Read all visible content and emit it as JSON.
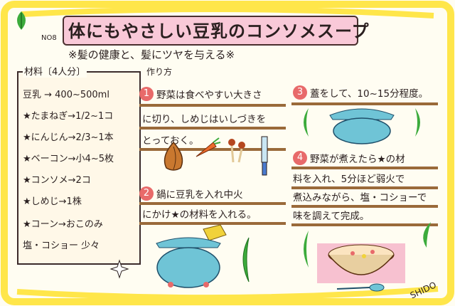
{
  "colors": {
    "frame_yellow": "#ffe64a",
    "title_pink": "#f9c9d8",
    "accent_red": "#e86a6a",
    "leaf_green": "#3cab3c",
    "pot_blue": "#6fc4d6",
    "line_brown": "#9a6a3a",
    "ink": "#2a1f1f"
  },
  "card": {
    "issue_number": "NO8",
    "title": "体にもやさしい豆乳のコンソメスープ",
    "subtitle": "※髪の健康と、髪にツヤを与える※",
    "signature": "SHIDO"
  },
  "ingredients": {
    "heading": "材料〔4人分〕",
    "items": [
      {
        "text": "豆乳 → 400~500ml"
      },
      {
        "text": "★たまねぎ→1/2~1コ"
      },
      {
        "text": "★にんじん→2/3~1本"
      },
      {
        "text": "★ベーコン→小4~5枚"
      },
      {
        "text": "★コンソメ→2コ"
      },
      {
        "text": "★しめじ→1株"
      },
      {
        "text": "★コーン→おこのみ"
      },
      {
        "text": "塩・コショー 少々"
      }
    ]
  },
  "method": {
    "heading": "作り方",
    "steps": [
      {
        "num": "1",
        "lines": [
          "野菜は食べやすい大きさ",
          "に切り、しめじはいしづきを",
          "とっておく。"
        ]
      },
      {
        "num": "2",
        "lines": [
          "鍋に豆乳を入れ中火",
          "にかけ★の材料を入れる。"
        ]
      },
      {
        "num": "3",
        "lines": [
          "蓋をして、10~15分程度。"
        ]
      },
      {
        "num": "4",
        "lines": [
          "野菜が煮えたら★の材",
          "料を入れ、5分ほど弱火で",
          "煮込みながら、塩・コショーで",
          "味を調えて完成。"
        ]
      }
    ]
  },
  "icons": [
    "leaf-icon",
    "onion-icon",
    "carrot-icon",
    "mushroom-icon",
    "knife-icon",
    "soy-milk-carton-icon",
    "pot-icon",
    "soup-bowl-icon",
    "spoon-icon",
    "sparkle-icon"
  ]
}
